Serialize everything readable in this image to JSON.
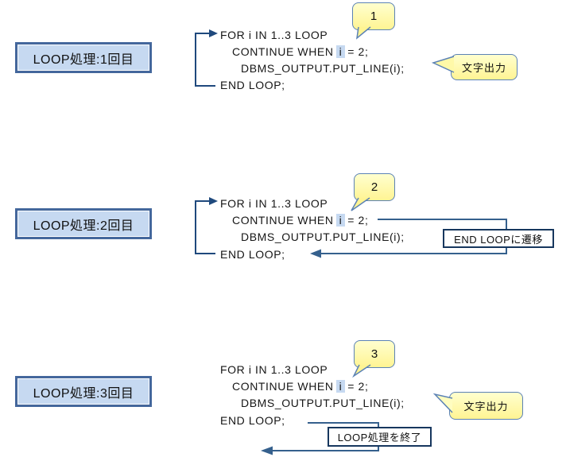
{
  "diagram": {
    "title_hint": "PL/SQL CONTINUE WHEN loop execution flow",
    "colors": {
      "label_fill": "#C6D9F1",
      "label_border": "#44679C",
      "bracket_line": "#1F497D",
      "jump_line": "#35608D",
      "callout_fill": "#FFF9A8",
      "callout_border": "#5B82B5",
      "highlight_fill": "#C6D9F1",
      "anno_border": "#17375E"
    },
    "sections": [
      {
        "label": "LOOP処理:1回目",
        "step_number": "1",
        "code": {
          "line1": "FOR i IN 1..3 LOOP",
          "line2_pre": "CONTINUE WHEN",
          "line2_var": "i",
          "line2_post": "= 2;",
          "line3": "DBMS_OUTPUT.PUT_LINE(i);",
          "line4": "END LOOP;"
        },
        "output_callout": "文字出力"
      },
      {
        "label": "LOOP処理:2回目",
        "step_number": "2",
        "code": {
          "line1": "FOR i IN 1..3 LOOP",
          "line2_pre": "CONTINUE WHEN",
          "line2_var": "i",
          "line2_post": "= 2;",
          "line3": "DBMS_OUTPUT.PUT_LINE(i);",
          "line4": "END LOOP;"
        },
        "jump_box": "END LOOPに遷移"
      },
      {
        "label": "LOOP処理:3回目",
        "step_number": "3",
        "code": {
          "line1": "FOR i IN 1..3 LOOP",
          "line2_pre": "CONTINUE WHEN",
          "line2_var": "i",
          "line2_post": "= 2;",
          "line3": "DBMS_OUTPUT.PUT_LINE(i);",
          "line4": "END LOOP;"
        },
        "output_callout": "文字出力",
        "end_box": "LOOP処理を終了"
      }
    ]
  }
}
